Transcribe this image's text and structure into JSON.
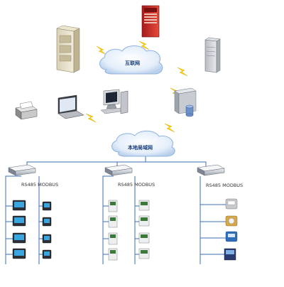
{
  "nodes": {
    "remote_top": "",
    "server_left": "",
    "internet": "互联网",
    "server_right": "",
    "data_relay": "",
    "desktop_system": "",
    "lan": "本地局域网",
    "switch_left": "RS485 MODBUS",
    "switch_mid": "RS485 MODBUS",
    "switch_right_title": "",
    "switch_right_sub": "RS485 MODBUS"
  },
  "left_devices": [
    "",
    "",
    "",
    ""
  ],
  "mid_devices": [
    "",
    "",
    "",
    ""
  ],
  "right_devices": [
    "",
    "",
    "",
    ""
  ],
  "bottom_labels": {
    "left": "",
    "mid": "",
    "right": ""
  },
  "watermark": "",
  "colors": {
    "cable": "#3b6db5",
    "zigzag": "#ffd400",
    "cloud_edge": "#8fb3dd"
  }
}
